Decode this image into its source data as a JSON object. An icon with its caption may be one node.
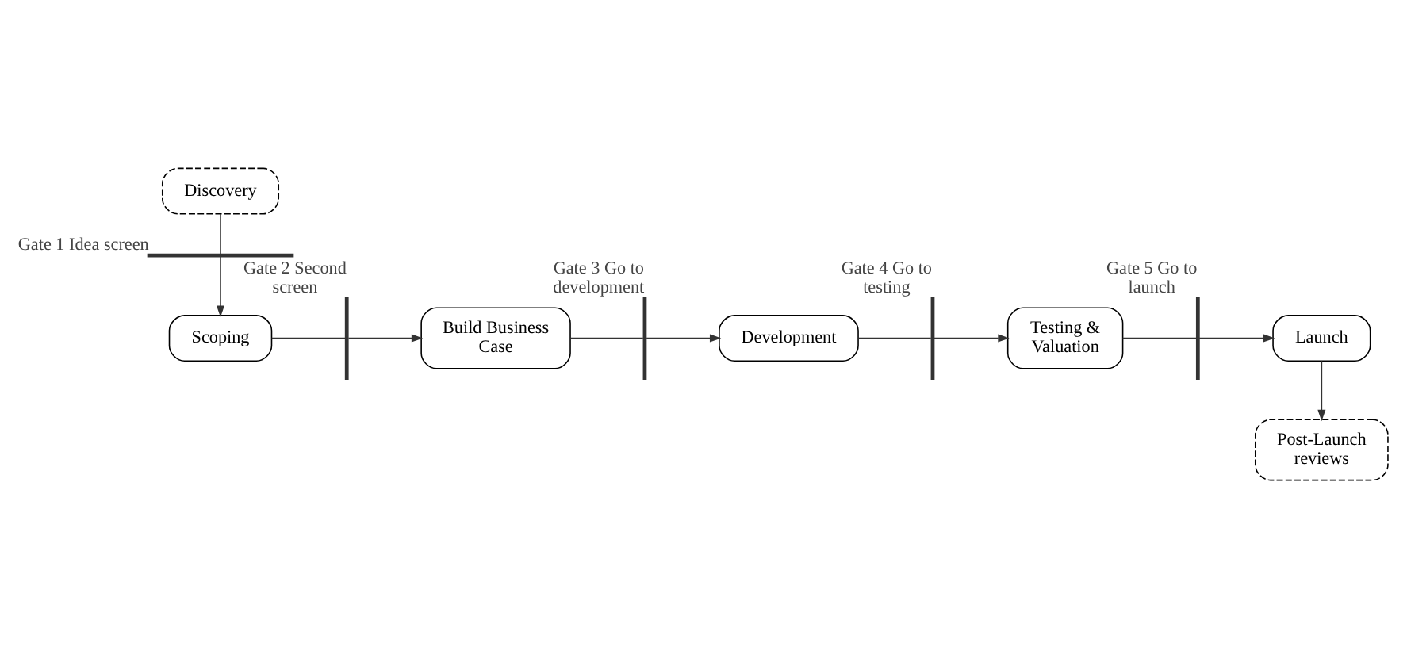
{
  "diagram": {
    "nodes": [
      {
        "text": [
          "Discovery"
        ]
      },
      {
        "text": [],
        "shape": "bar",
        "beside": [
          "Gate 1 Idea screen"
        ]
      },
      {
        "text": [
          "Scoping"
        ]
      },
      {
        "text": [],
        "shape": "bar",
        "beside": [
          "Gate 2 Second screen"
        ]
      },
      {
        "text": [
          "Build Business Case"
        ]
      },
      {
        "text": [],
        "shape": "bar",
        "beside": [
          "Gate 3 Go to development"
        ]
      },
      {
        "text": [
          "Development"
        ]
      },
      {
        "text": [],
        "shape": "bar",
        "beside": [
          "Gate 4 Go to testing"
        ]
      },
      {
        "text": [
          "Testing & Valuation"
        ]
      },
      {
        "text": [],
        "shape": "bar",
        "beside": [
          "Gate 5 Go to launch"
        ]
      },
      {
        "text": [
          "Launch"
        ]
      },
      {
        "text": [
          "Post-Launch reviews"
        ]
      }
    ],
    "edges": [
      {
        "from": 0,
        "to": 1,
        "arrow": "none"
      },
      {
        "from": 1,
        "to": 2,
        "arrow": "to"
      },
      {
        "from": 2,
        "to": 3,
        "arrow": "none"
      },
      {
        "from": 3,
        "to": 4,
        "arrow": "to"
      },
      {
        "from": 4,
        "to": 5,
        "arrow": "none"
      },
      {
        "from": 5,
        "to": 6,
        "arrow": "to"
      },
      {
        "from": 6,
        "to": 7,
        "arrow": "none"
      },
      {
        "from": 7,
        "to": 8,
        "arrow": "to"
      },
      {
        "from": 8,
        "to": 9,
        "arrow": "none"
      },
      {
        "from": 9,
        "to": 10,
        "arrow": "to"
      },
      {
        "from": 10,
        "to": 11,
        "arrow": "to"
      }
    ]
  }
}
